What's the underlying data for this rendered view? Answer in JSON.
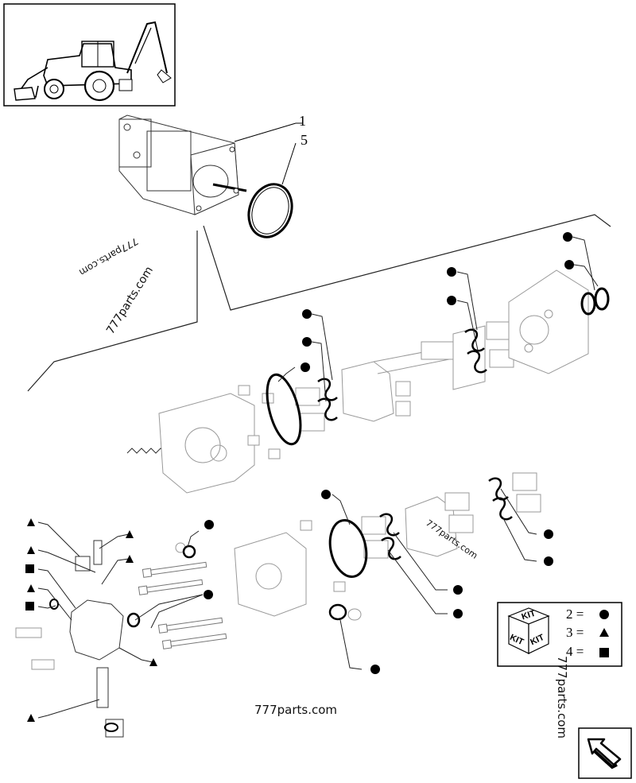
{
  "callouts": {
    "item_1": "1",
    "item_5": "5"
  },
  "watermarks": {
    "site_a": "777parts.com",
    "site_b": "777parts.com",
    "site_c": "777parts.com",
    "site_d": "777parts.com",
    "site_e": "777parts.com"
  },
  "kit_legend": {
    "box_word": "KIT",
    "rows": [
      {
        "number": "2",
        "equals": "=",
        "symbol": "circle"
      },
      {
        "number": "3",
        "equals": "=",
        "symbol": "triangle"
      },
      {
        "number": "4",
        "equals": "=",
        "symbol": "square"
      }
    ]
  },
  "icons": [
    "backhoe-loader-thumbnail",
    "next-page-arrow-icon",
    "kit-box-icon"
  ],
  "colors": {
    "ink": "#000000",
    "line": "#222222",
    "faint": "#9a9a9a"
  }
}
